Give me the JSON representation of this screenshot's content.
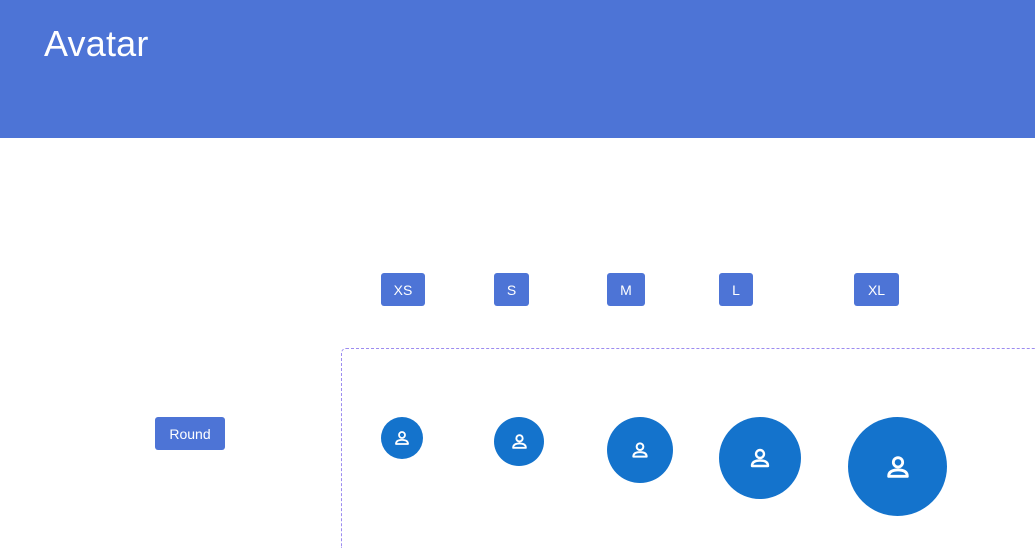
{
  "header": {
    "title": "Avatar",
    "background_color": "#4d74d6"
  },
  "size_labels": [
    "XS",
    "S",
    "M",
    "L",
    "XL"
  ],
  "rows": [
    {
      "label": "Round",
      "avatars": [
        {
          "size": "XS",
          "icon": "user-icon"
        },
        {
          "size": "S",
          "icon": "user-icon"
        },
        {
          "size": "M",
          "icon": "user-icon"
        },
        {
          "size": "L",
          "icon": "user-icon"
        },
        {
          "size": "XL",
          "icon": "user-icon"
        }
      ]
    }
  ],
  "colors": {
    "tag_background": "#4d74d6",
    "avatar_background": "#1473cc",
    "frame_border": "#9c8cf0",
    "icon_color": "#ffffff"
  }
}
